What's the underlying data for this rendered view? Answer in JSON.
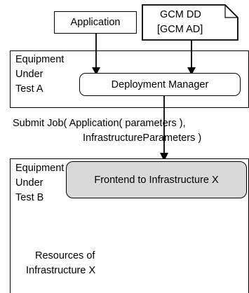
{
  "application": {
    "label": "Application"
  },
  "gcm_doc": {
    "line1": "GCM DD",
    "line2": "[GCM AD]"
  },
  "eut_a": {
    "line1": "Equipment",
    "line2": "Under",
    "line3": "Test A"
  },
  "deployment_manager": {
    "label": "Deployment Manager"
  },
  "submit_job": {
    "line1": "Submit Job( Application( parameters ),",
    "line2": "InfrastructureParameters )"
  },
  "eut_b": {
    "line1": "Equipment",
    "line2": "Under",
    "line3": "Test B"
  },
  "frontend": {
    "label": "Frontend to Infrastructure X"
  },
  "resources": {
    "line1": "Resources of",
    "line2": "Infrastructure X"
  },
  "colors": {
    "frontend_fill": "#d9d9d9",
    "cylinder_fill": "#bfbfbf",
    "stroke": "#000000"
  }
}
